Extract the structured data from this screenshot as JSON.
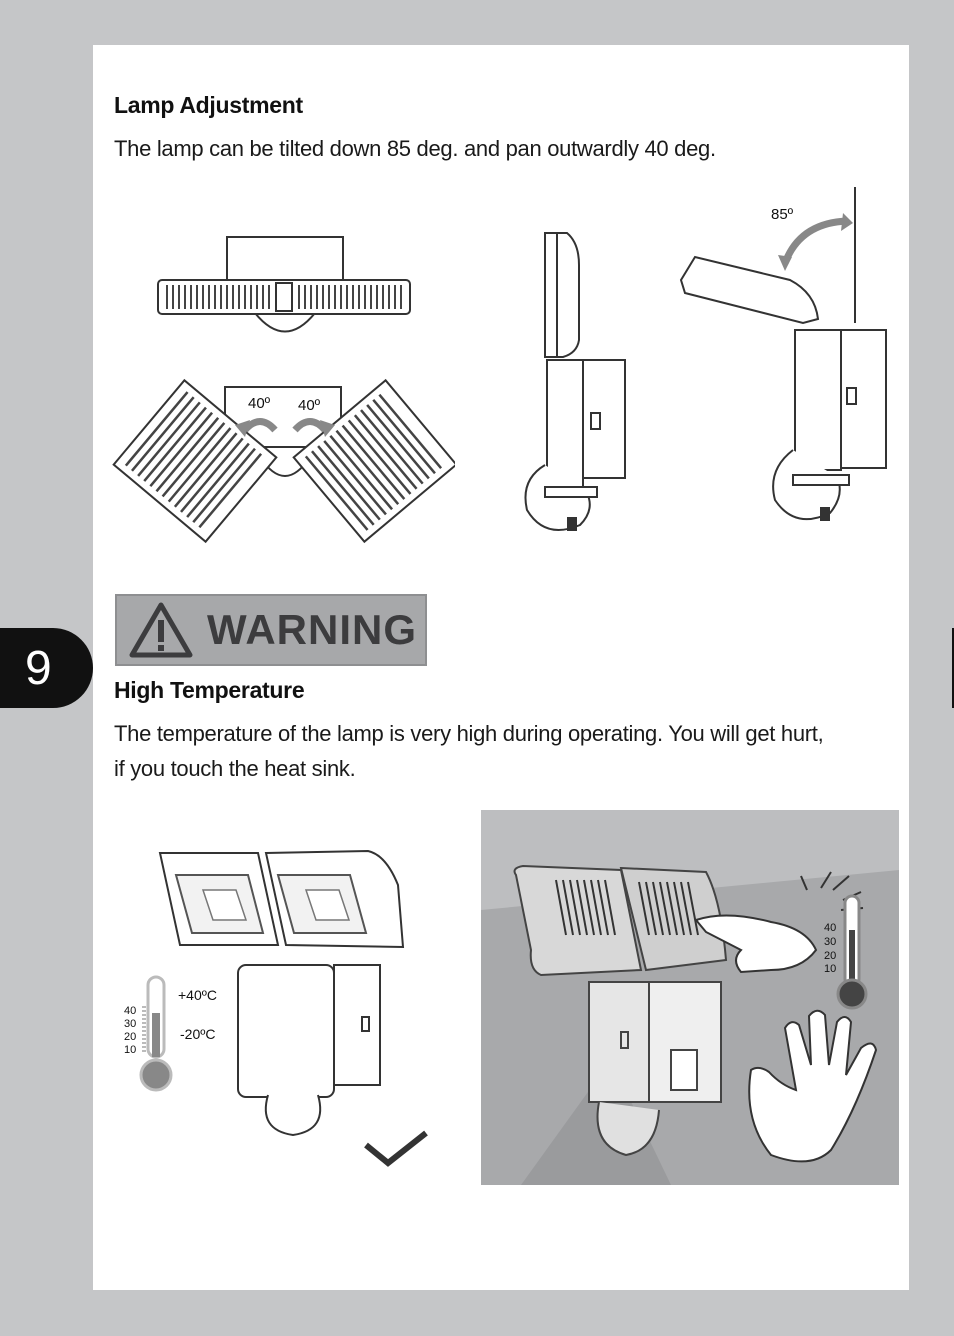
{
  "page_number": "9",
  "lamp_adjustment": {
    "heading": "Lamp Adjustment",
    "text": "The lamp can be tilted down 85 deg. and pan outwardly 40 deg."
  },
  "figures": {
    "pan_left": "40º",
    "pan_right": "40º",
    "tilt": "85º",
    "thermo_left": {
      "ticks": [
        "40",
        "30",
        "20",
        "10"
      ],
      "max_temp": "+40ºC",
      "min_temp": "-20ºC"
    },
    "thermo_right": {
      "ticks": [
        "40",
        "30",
        "20",
        "10"
      ]
    }
  },
  "warning": {
    "label": "WARNING"
  },
  "high_temperature": {
    "heading": "High Temperature",
    "line1": "The temperature of the lamp is very high during operating. You will get hurt,",
    "line2": "if you touch the heat sink."
  }
}
